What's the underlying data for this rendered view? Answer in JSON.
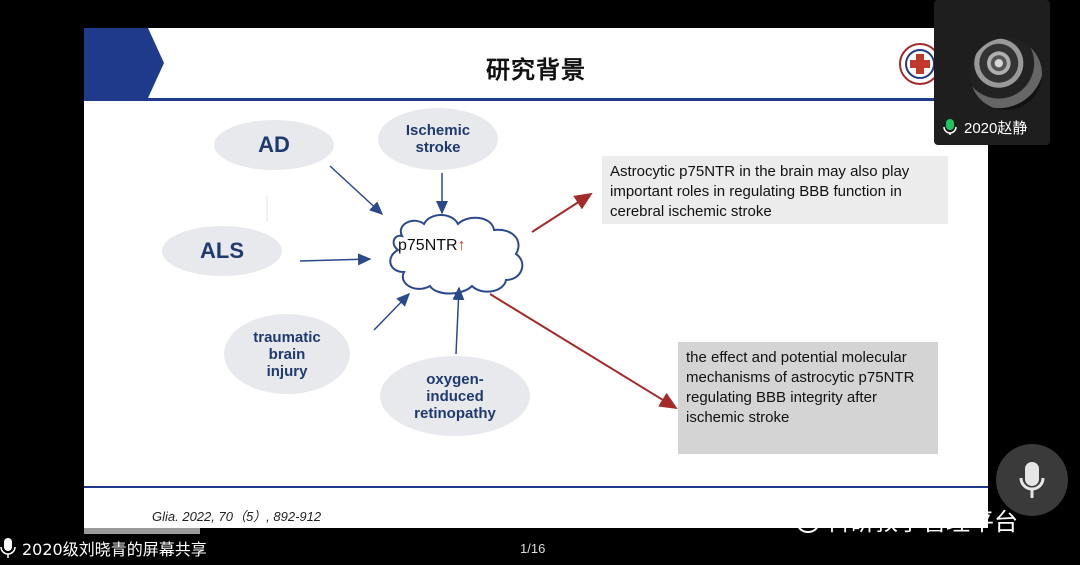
{
  "slide": {
    "title": "研究背景",
    "nodes": {
      "ad": "AD",
      "ischemic_stroke": "Ischemic\nstroke",
      "als": "ALS",
      "traumatic": "traumatic\nbrain\ninjury",
      "oxygen": "oxygen-\ninduced\nretinopathy"
    },
    "center_label": "p75NTR",
    "center_arrow": "↑",
    "box_top": "Astrocytic p75NTR in the brain may also play important roles in regulating BBB function in cerebral ischemic stroke",
    "box_bottom": "the effect and potential molecular mechanisms of astrocytic p75NTR regulating BBB integrity after ischemic stroke",
    "citation": "Glia. 2022, 70（5）, 892-912"
  },
  "participant": {
    "name": "2020赵静"
  },
  "share": {
    "label": "2020级刘晓青的屏幕共享"
  },
  "pagination": {
    "text": "1/16"
  },
  "watermark": {
    "text": "科研教学管理平台"
  },
  "colors": {
    "accent_blue": "#1f3a8a",
    "arrow_blue": "#2b4a8c",
    "arrow_red": "#a52a2a",
    "mic_green": "#22c55e"
  }
}
